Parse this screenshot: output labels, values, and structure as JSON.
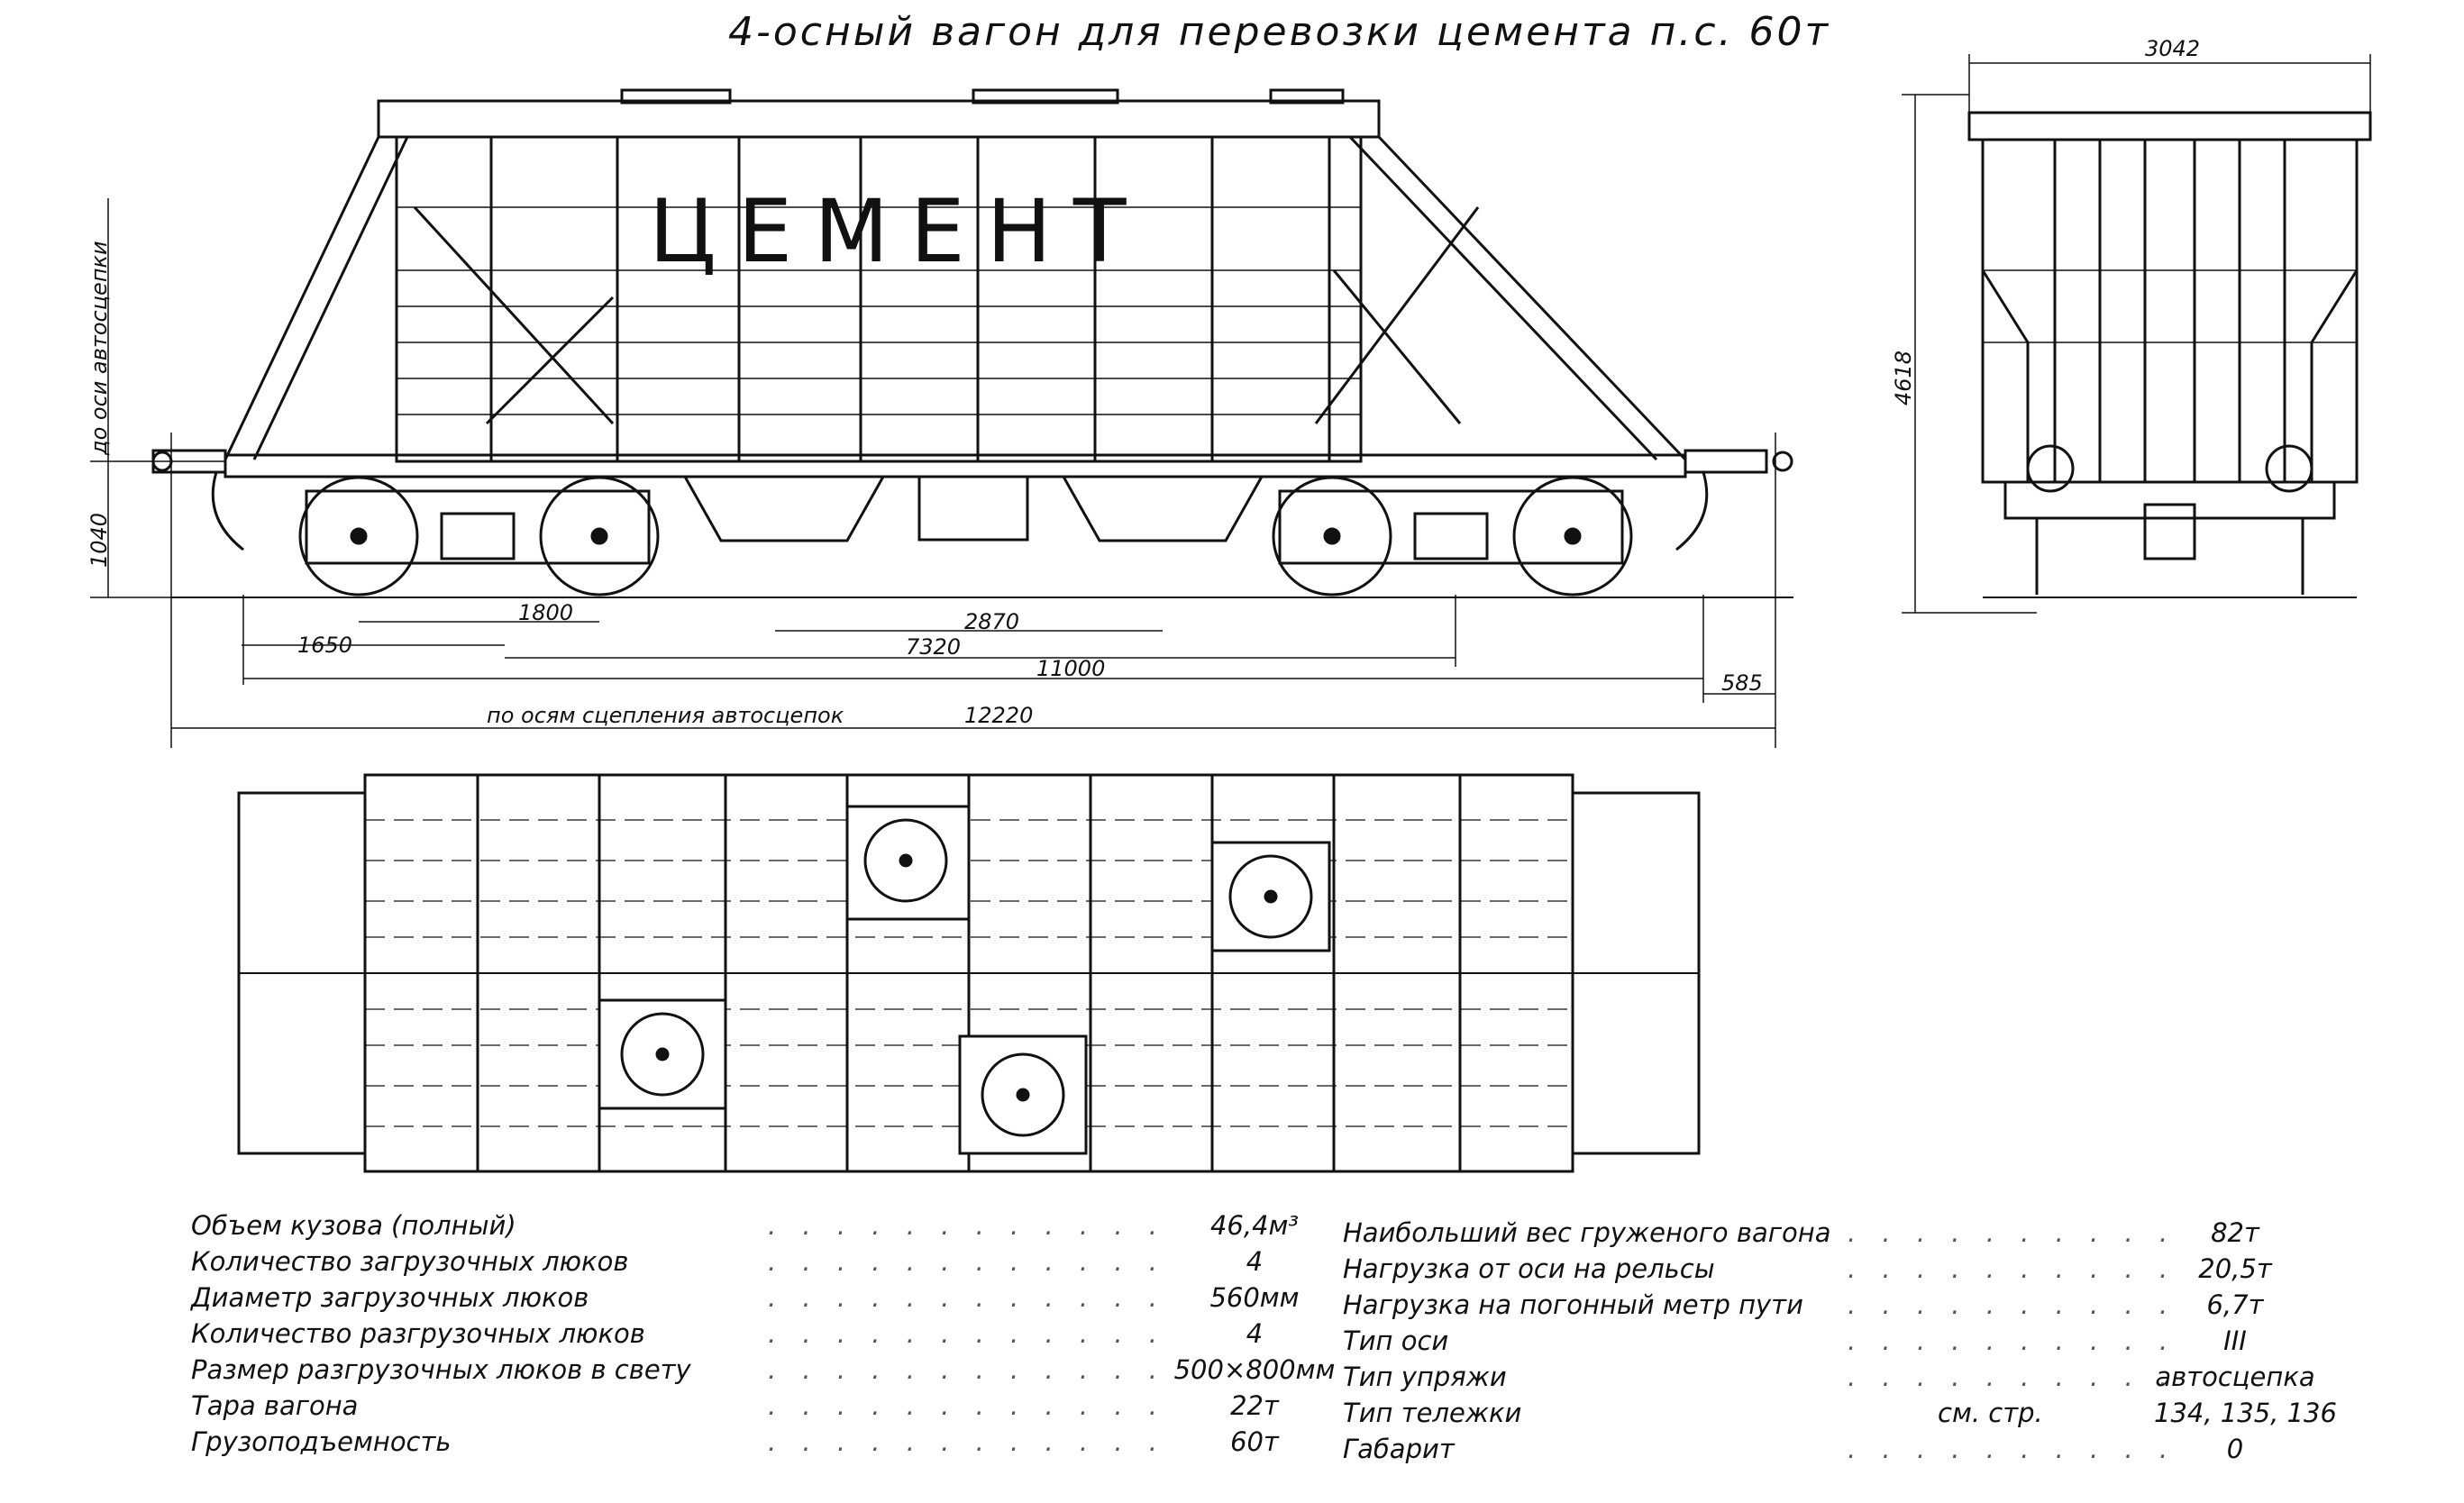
{
  "title": "4-осный вагон для перевозки цемента п.с. 60т",
  "body_label": "ЦЕМЕНТ",
  "side_view": {
    "dim_height_coupler": "1040",
    "dim_height_coupler_label": "до оси автосцепки",
    "dim_1800": "1800",
    "dim_1650": "1650",
    "dim_2870": "2870",
    "dim_7320": "7320",
    "dim_11000": "11000",
    "dim_585": "585",
    "dim_total_label": "по осям сцепления автосцепок",
    "dim_total": "12220"
  },
  "end_view": {
    "width": "3042",
    "height": "4618"
  },
  "specs_left": [
    {
      "label": "Объем кузова (полный)",
      "value": "46,4м³"
    },
    {
      "label": "Количество загрузочных люков",
      "value": "4"
    },
    {
      "label": "Диаметр загрузочных люков",
      "value": "560мм"
    },
    {
      "label": "Количество разгрузочных люков",
      "value": "4"
    },
    {
      "label": "Размер разгрузочных люков в свету",
      "value": "500×800мм"
    },
    {
      "label": "Тара вагона",
      "value": "22т"
    },
    {
      "label": "Грузоподъемность",
      "value": "60т"
    }
  ],
  "specs_right": [
    {
      "label": "Наибольший вес груженого вагона",
      "value": "82т"
    },
    {
      "label": "Нагрузка от оси на рельсы",
      "value": "20,5т"
    },
    {
      "label": "Нагрузка на погонный метр пути",
      "value": "6,7т"
    },
    {
      "label": "Тип оси",
      "value": "III"
    },
    {
      "label": "Тип упряжи",
      "value": "автосцепка"
    },
    {
      "label": "Тип тележки",
      "ref": "см. стр.",
      "value": "134, 135, 136"
    },
    {
      "label": "Габарит",
      "value": "0"
    }
  ]
}
